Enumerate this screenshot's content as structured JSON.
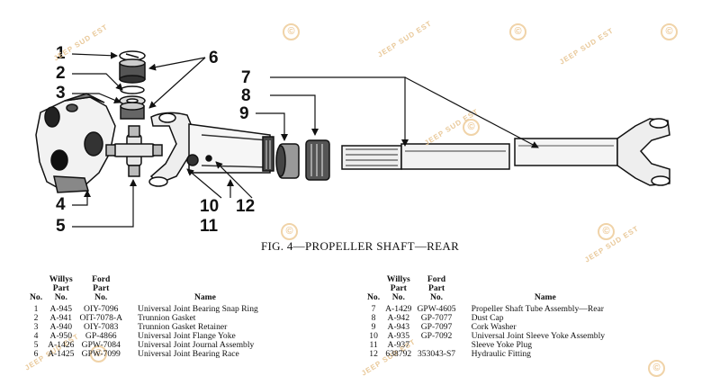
{
  "callouts": {
    "c1": "1",
    "c2": "2",
    "c3": "3",
    "c4": "4",
    "c5": "5",
    "c6": "6",
    "c7": "7",
    "c8": "8",
    "c9": "9",
    "c10": "10",
    "c11": "11",
    "c12": "12"
  },
  "watermark": {
    "text": "JEEP SUD EST",
    "symbol": "©"
  },
  "figure_caption": "FIG. 4—PROPELLER SHAFT—REAR",
  "table": {
    "headers": {
      "no_line2": "No.",
      "willys_line1": "Willys",
      "willys_line2": "Part",
      "willys_line3": "No.",
      "ford_line1": "Ford",
      "ford_line2": "Part",
      "ford_line3": "No.",
      "name": "Name"
    },
    "left_rows": [
      {
        "no": "1",
        "willys": "A-945",
        "ford": "OIY-7096",
        "name": "Universal Joint Bearing Snap Ring"
      },
      {
        "no": "2",
        "willys": "A-941",
        "ford": "OIT-7078-A",
        "name": "Trunnion Gasket"
      },
      {
        "no": "3",
        "willys": "A-940",
        "ford": "OIY-7083",
        "name": "Trunnion Gasket Retainer"
      },
      {
        "no": "4",
        "willys": "A-950",
        "ford": "GP-4866",
        "name": "Universal Joint Flange Yoke"
      },
      {
        "no": "5",
        "willys": "A-1426",
        "ford": "GPW-7084",
        "name": "Universal Joint Journal Assembly"
      },
      {
        "no": "6",
        "willys": "A-1425",
        "ford": "GPW-7099",
        "name": "Universal Joint Bearing Race"
      }
    ],
    "right_rows": [
      {
        "no": "7",
        "willys": "A-1429",
        "ford": "GPW-4605",
        "name": "Propeller Shaft Tube Assembly—Rear"
      },
      {
        "no": "8",
        "willys": "A-942",
        "ford": "GP-7077",
        "name": "Dust Cap"
      },
      {
        "no": "9",
        "willys": "A-943",
        "ford": "GP-7097",
        "name": "Cork Washer"
      },
      {
        "no": "10",
        "willys": "A-935",
        "ford": "GP-7092",
        "name": "Universal Joint Sleeve Yoke Assembly"
      },
      {
        "no": "11",
        "willys": "A-937",
        "ford": "",
        "name": "Sleeve Yoke Plug"
      },
      {
        "no": "12",
        "willys": "638792",
        "ford": "353043-S7",
        "name": "Hydraulic Fitting"
      }
    ]
  }
}
